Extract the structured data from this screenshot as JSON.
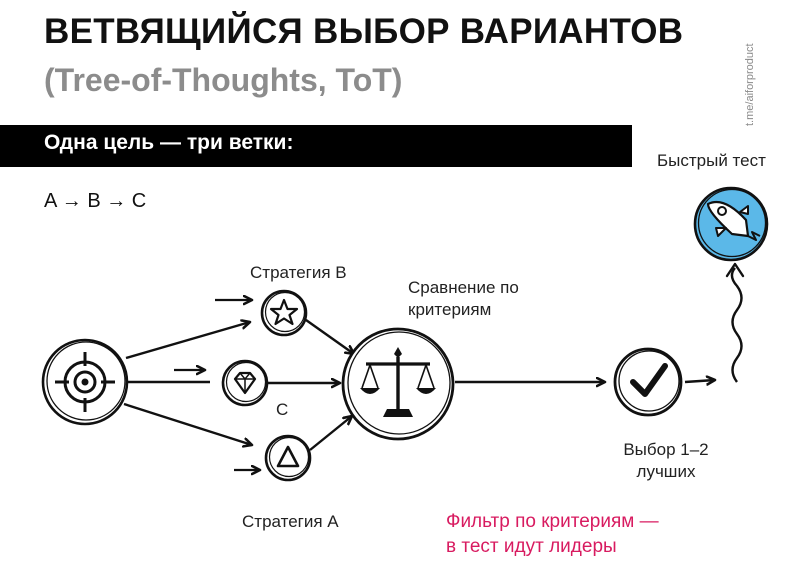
{
  "header": {
    "title": "ВЕТВЯЩИЙСЯ ВЫБОР ВАРИАНТОВ",
    "subtitle": "(Tree-of-Thoughts, ToT)",
    "watermark": "t.me/aiforproduct"
  },
  "banner": {
    "text": "Одна цель — три ветки:"
  },
  "sequence": "A → B → C",
  "nodes": {
    "goal": {
      "icon": "target-icon"
    },
    "strategy_b": {
      "label": "Стратегия B",
      "icon": "star-icon"
    },
    "strategy_c": {
      "label": "C",
      "icon": "diamond-icon"
    },
    "strategy_a": {
      "label": "Стратегия A",
      "icon": "triangle-icon"
    },
    "comparison": {
      "label_line1": "Сравнение по",
      "label_line2": "критериям",
      "icon": "scales-icon"
    },
    "selection": {
      "label_line1": "Выбор 1–2",
      "label_line2": "лучших",
      "icon": "checkmark-icon"
    },
    "quick_test": {
      "label": "Быстрый тест",
      "icon": "rocket-icon"
    }
  },
  "note": {
    "line1": "Фильтр по критериям —",
    "line2": "в тест идут лидеры"
  },
  "colors": {
    "title": "#111111",
    "subtitle": "#8c8c8c",
    "banner_bg": "#000000",
    "banner_text": "#ffffff",
    "note": "#d81b60",
    "rocket_bg": "#5bb8e8"
  }
}
